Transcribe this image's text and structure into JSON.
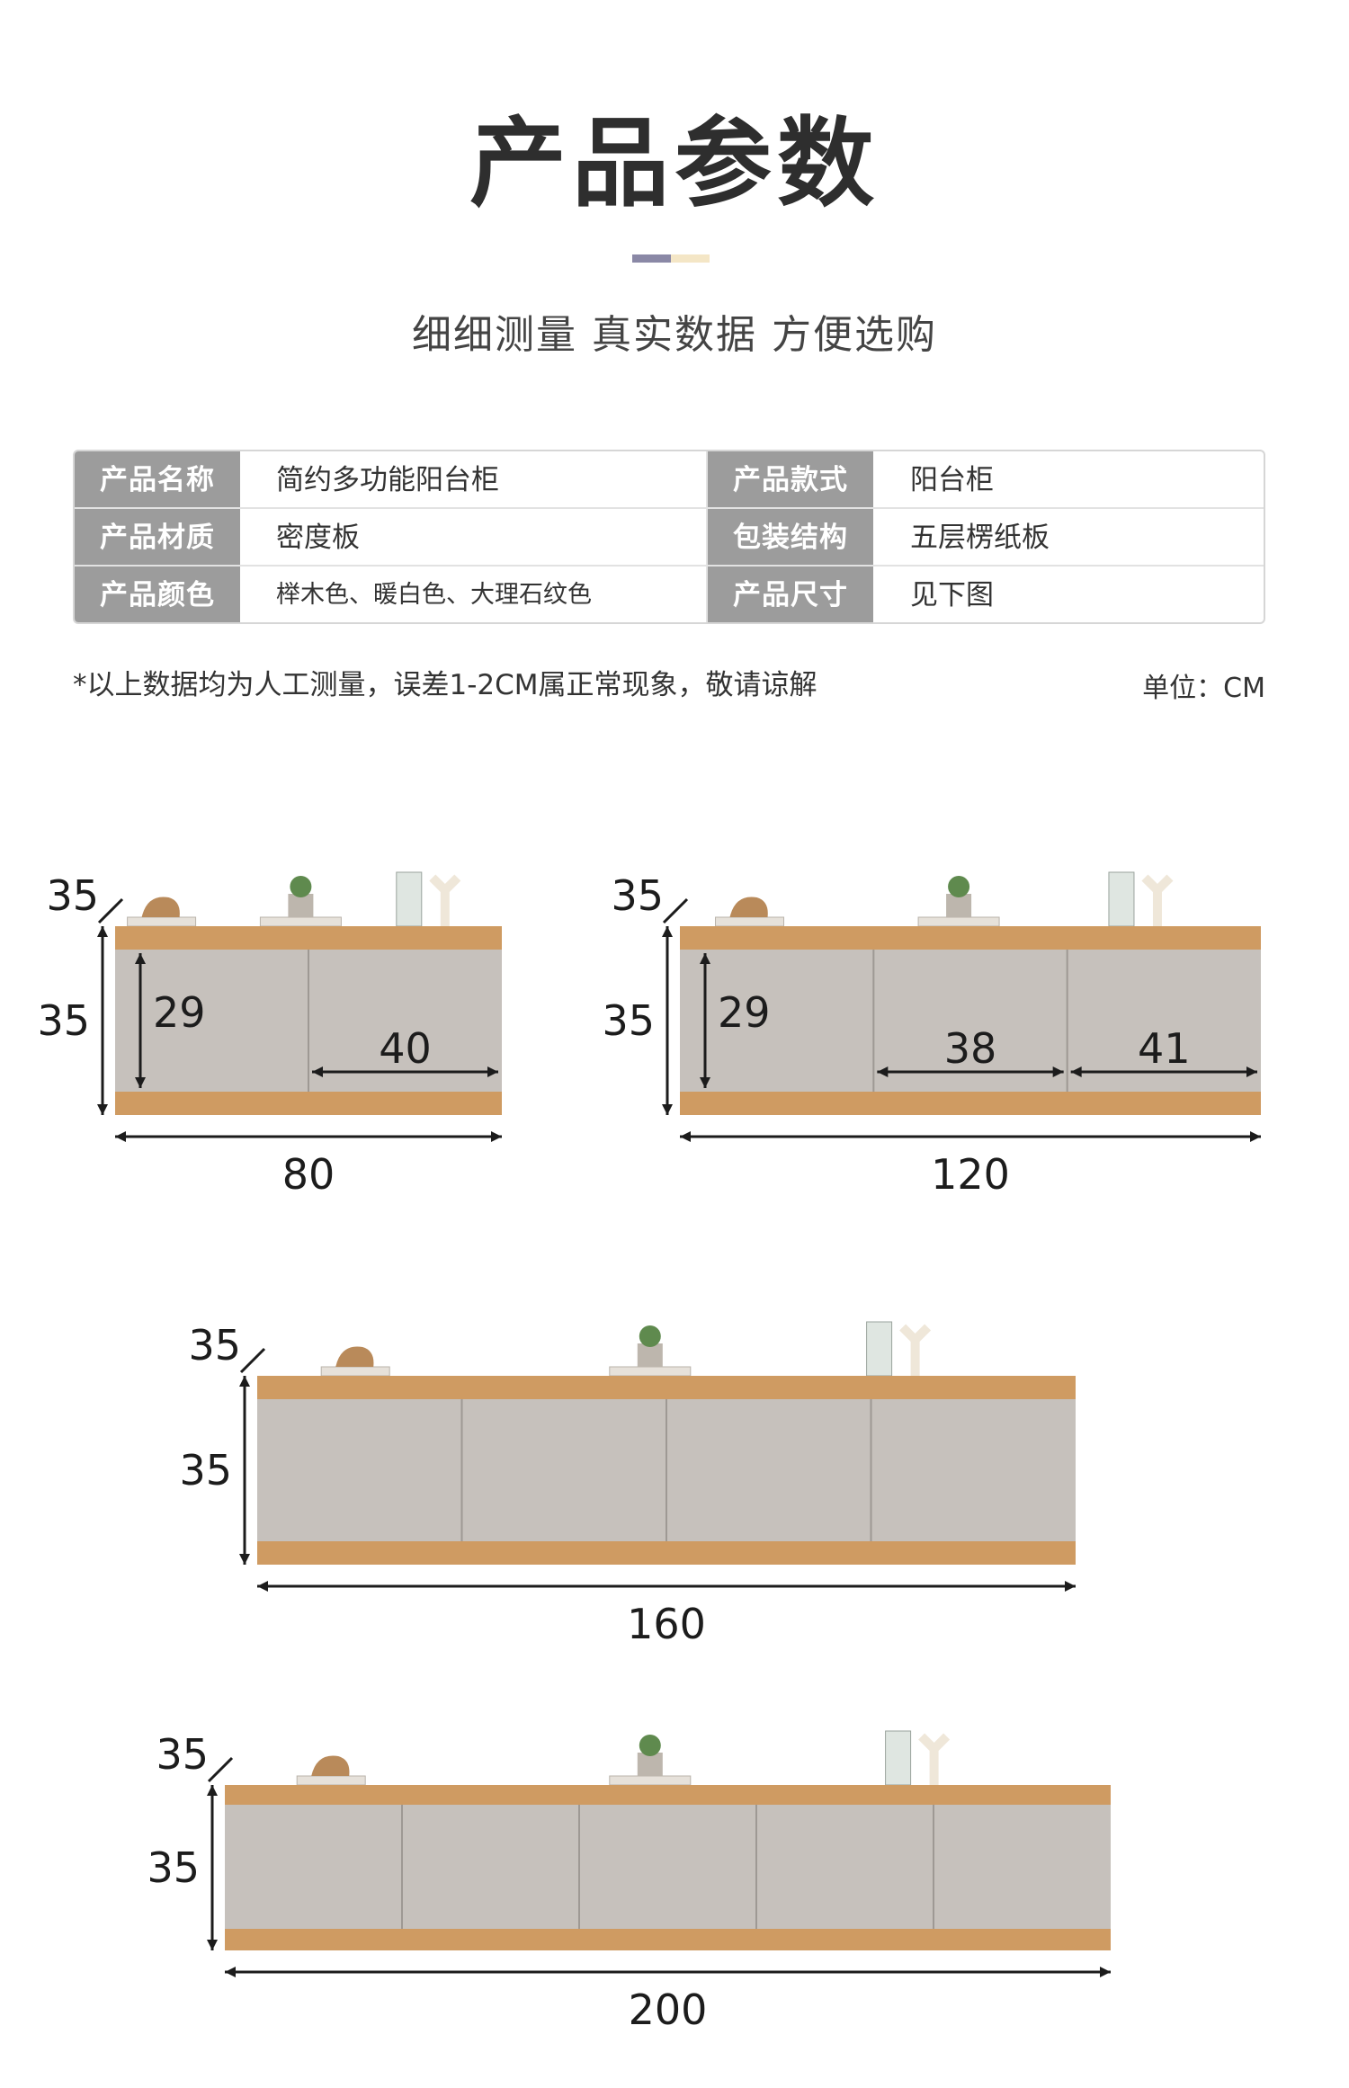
{
  "header": {
    "title": "产品参数",
    "subtitle": "细细测量 真实数据 方便选购",
    "bar_colors": [
      "#8a88a6",
      "#f4e6c6"
    ]
  },
  "specs": {
    "rows": [
      {
        "label_left": "产品名称",
        "value_left": "简约多功能阳台柜",
        "label_right": "产品款式",
        "value_right": "阳台柜"
      },
      {
        "label_left": "产品材质",
        "value_left": "密度板",
        "label_right": "包装结构",
        "value_right": "五层楞纸板"
      },
      {
        "label_left": "产品颜色",
        "value_left": "榉木色、暖白色、大理石纹色",
        "label_right": "产品尺寸",
        "value_right": "见下图"
      }
    ]
  },
  "note": "*以上数据均为人工测量，误差1-2CM属正常现象，敬请谅解",
  "unit": "单位：CM",
  "colors": {
    "wood": "#cf9b62",
    "door": "#c6c1bc",
    "door_line": "#9e9994",
    "label_bg": "#9c9c9c",
    "dim_line": "#1c1c1c"
  },
  "cabinets": [
    {
      "width": "80",
      "height": "35",
      "depth": "35",
      "inner_height": "29",
      "door_widths": [
        "40"
      ]
    },
    {
      "width": "120",
      "height": "35",
      "depth": "35",
      "inner_height": "29",
      "door_widths": [
        "38",
        "41"
      ]
    },
    {
      "width": "160",
      "height": "35",
      "depth": "35"
    },
    {
      "width": "200",
      "height": "35",
      "depth": "35"
    }
  ]
}
